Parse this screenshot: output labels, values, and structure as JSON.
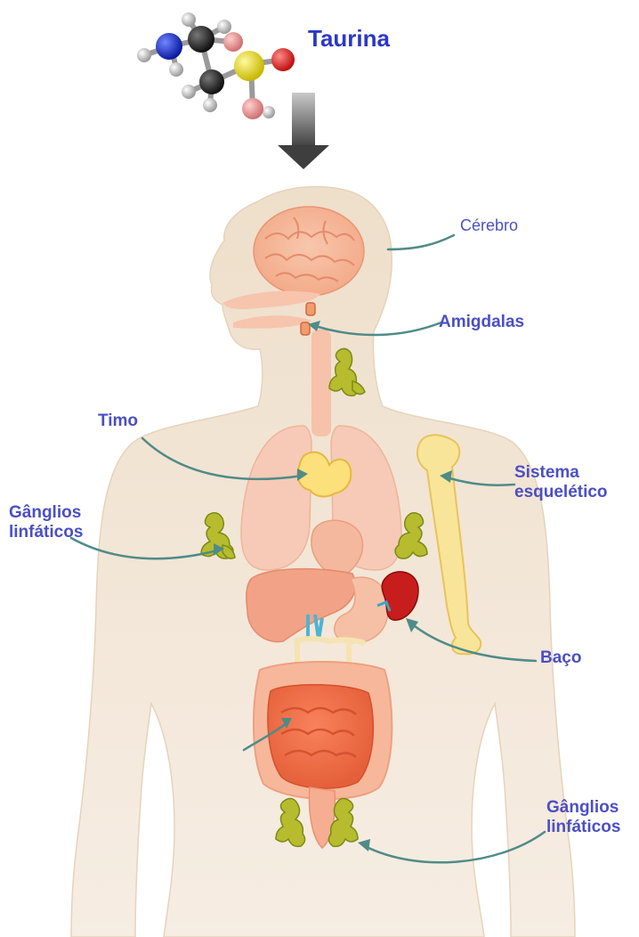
{
  "title": "Taurina",
  "labels": {
    "brain": "Cérebro",
    "tonsils": "Amigdalas",
    "thymus": "Timo",
    "skeleton_line1": "Sistema",
    "skeleton_line2": "esquelético",
    "nodes_left_line1": "Gânglios",
    "nodes_left_line2": "linfáticos",
    "spleen": "Baço",
    "nodes_bottom_line1": "Gânglios",
    "nodes_bottom_line2": "linfáticos"
  },
  "colors": {
    "label": "#4b4fc4",
    "title": "#2c37c8",
    "arrow": "#4f8b88",
    "body": "#f2e4d2",
    "organ": "#f3a98a",
    "lymph": "#b3b92a",
    "bone": "#f8e48c",
    "spleen": "#c81d1d",
    "thymus": "#f9d25b"
  },
  "icons": {
    "molecule": "taurine-molecule-icon",
    "down_arrow": "down-arrow-icon"
  }
}
